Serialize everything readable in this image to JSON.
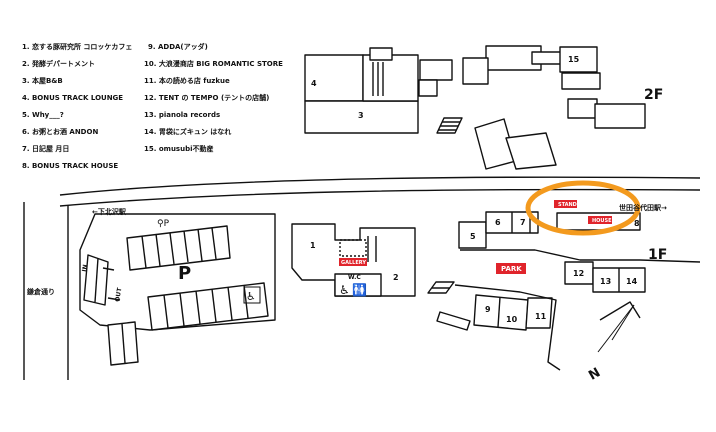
{
  "legend": [
    {
      "n": "1.",
      "t": "恋する豚研究所 コロッケカフェ"
    },
    {
      "n": "2.",
      "t": "発酵デパートメント"
    },
    {
      "n": "3.",
      "t": "本屋B&B"
    },
    {
      "n": "4.",
      "t": "BONUS TRACK LOUNGE"
    },
    {
      "n": "5.",
      "t": "Why___?"
    },
    {
      "n": "6.",
      "t": "お粥とお酒 ANDON"
    },
    {
      "n": "7.",
      "t": "日記屋 月日"
    },
    {
      "n": "8.",
      "t": "BONUS TRACK HOUSE"
    },
    {
      "n": "9.",
      "t": "ADDA(アッダ)"
    },
    {
      "n": "10.",
      "t": "大浪漫商店 BIG ROMANTIC STORE"
    },
    {
      "n": "11.",
      "t": "本の読める店 fuzkue"
    },
    {
      "n": "12.",
      "t": "TENT の TEMPO (テントの店舗)"
    },
    {
      "n": "13.",
      "t": "pianola records"
    },
    {
      "n": "14.",
      "t": "胃袋にズキュン はなれ"
    },
    {
      "n": "15.",
      "t": "omusubi不動産"
    }
  ],
  "floors": {
    "upper": "2F",
    "lower": "1F"
  },
  "directions": {
    "left": "←下北沢駅",
    "right": "世田谷代田駅→",
    "north": "N"
  },
  "road_label": "鎌倉通り",
  "parking": {
    "label": "P",
    "in": "IN",
    "out": "OUT"
  },
  "tags": {
    "gallery": "GALLERY",
    "stand": "STAND",
    "house": "HOUSE",
    "park": "PARK",
    "wc": "W.C"
  },
  "buildings": {
    "b1": "1",
    "b2": "2",
    "b3": "3",
    "b4": "4",
    "b5": "5",
    "b6": "6",
    "b7": "7",
    "b8": "8",
    "b9": "9",
    "b10": "10",
    "b11": "11",
    "b12": "12",
    "b13": "13",
    "b14": "14",
    "b15": "15"
  },
  "colors": {
    "accent_red": "#e0242b",
    "highlight_orange": "#f39a1e",
    "ink": "#111111"
  }
}
